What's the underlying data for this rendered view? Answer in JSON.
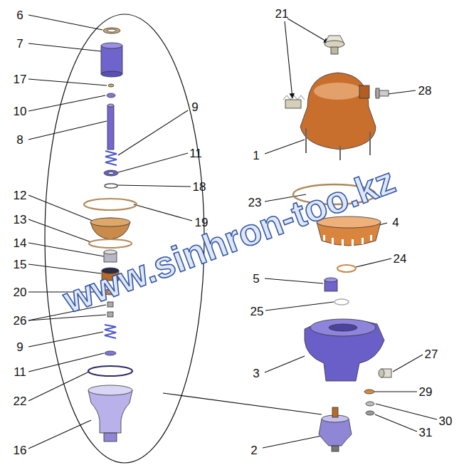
{
  "diagram": {
    "labels": [
      "6",
      "7",
      "17",
      "10",
      "8",
      "9",
      "11",
      "18",
      "12",
      "19",
      "13",
      "14",
      "15",
      "20",
      "26",
      "9",
      "11",
      "22",
      "16",
      "21",
      "28",
      "1",
      "23",
      "4",
      "24",
      "5",
      "25",
      "3",
      "27",
      "29",
      "30",
      "31",
      "2",
      "www.sinhron-too.kz"
    ]
  }
}
